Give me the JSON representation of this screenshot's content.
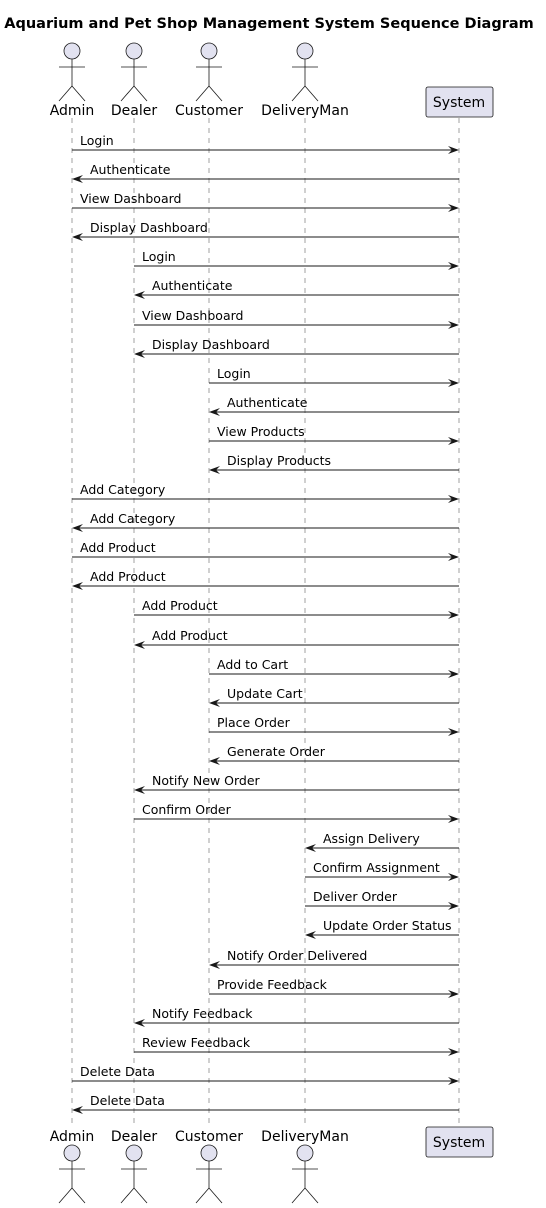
{
  "title": "Aquarium and Pet Shop Management System Sequence Diagram",
  "participants": [
    {
      "id": "admin",
      "label": "Admin",
      "kind": "actor"
    },
    {
      "id": "dealer",
      "label": "Dealer",
      "kind": "actor"
    },
    {
      "id": "customer",
      "label": "Customer",
      "kind": "actor"
    },
    {
      "id": "deliveryman",
      "label": "DeliveryMan",
      "kind": "actor"
    },
    {
      "id": "system",
      "label": "System",
      "kind": "participant"
    }
  ],
  "messages": [
    {
      "from": "admin",
      "to": "system",
      "label": "Login"
    },
    {
      "from": "system",
      "to": "admin",
      "label": "Authenticate"
    },
    {
      "from": "admin",
      "to": "system",
      "label": "View Dashboard"
    },
    {
      "from": "system",
      "to": "admin",
      "label": "Display Dashboard"
    },
    {
      "from": "dealer",
      "to": "system",
      "label": "Login"
    },
    {
      "from": "system",
      "to": "dealer",
      "label": "Authenticate"
    },
    {
      "from": "dealer",
      "to": "system",
      "label": "View Dashboard"
    },
    {
      "from": "system",
      "to": "dealer",
      "label": "Display Dashboard"
    },
    {
      "from": "customer",
      "to": "system",
      "label": "Login"
    },
    {
      "from": "system",
      "to": "customer",
      "label": "Authenticate"
    },
    {
      "from": "customer",
      "to": "system",
      "label": "View Products"
    },
    {
      "from": "system",
      "to": "customer",
      "label": "Display Products"
    },
    {
      "from": "admin",
      "to": "system",
      "label": "Add Category"
    },
    {
      "from": "system",
      "to": "admin",
      "label": "Add Category"
    },
    {
      "from": "admin",
      "to": "system",
      "label": "Add Product"
    },
    {
      "from": "system",
      "to": "admin",
      "label": "Add Product"
    },
    {
      "from": "dealer",
      "to": "system",
      "label": "Add Product"
    },
    {
      "from": "system",
      "to": "dealer",
      "label": "Add Product"
    },
    {
      "from": "customer",
      "to": "system",
      "label": "Add to Cart"
    },
    {
      "from": "system",
      "to": "customer",
      "label": "Update Cart"
    },
    {
      "from": "customer",
      "to": "system",
      "label": "Place Order"
    },
    {
      "from": "system",
      "to": "customer",
      "label": "Generate Order"
    },
    {
      "from": "system",
      "to": "dealer",
      "label": "Notify New Order"
    },
    {
      "from": "dealer",
      "to": "system",
      "label": "Confirm Order"
    },
    {
      "from": "system",
      "to": "deliveryman",
      "label": "Assign Delivery"
    },
    {
      "from": "deliveryman",
      "to": "system",
      "label": "Confirm Assignment"
    },
    {
      "from": "deliveryman",
      "to": "system",
      "label": "Deliver Order"
    },
    {
      "from": "system",
      "to": "deliveryman",
      "label": "Update Order Status"
    },
    {
      "from": "system",
      "to": "customer",
      "label": "Notify Order Delivered"
    },
    {
      "from": "customer",
      "to": "system",
      "label": "Provide Feedback"
    },
    {
      "from": "system",
      "to": "dealer",
      "label": "Notify Feedback"
    },
    {
      "from": "dealer",
      "to": "system",
      "label": "Review Feedback"
    },
    {
      "from": "admin",
      "to": "system",
      "label": "Delete Data"
    },
    {
      "from": "system",
      "to": "admin",
      "label": "Delete Data"
    }
  ]
}
